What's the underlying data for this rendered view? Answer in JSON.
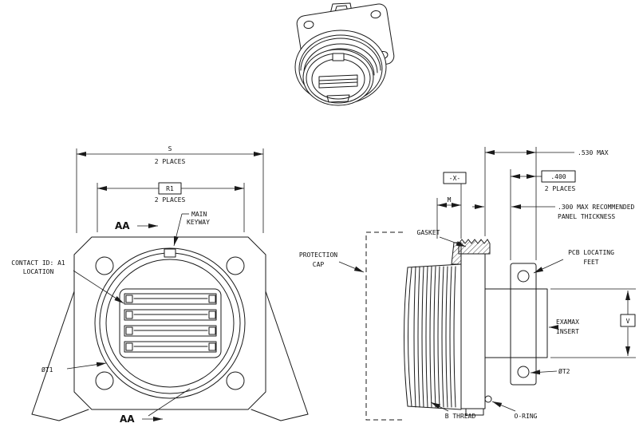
{
  "drawing": {
    "type": "connector-technical-drawing",
    "colors": {
      "line": "#1a1a1a",
      "background": "#ffffff"
    }
  },
  "views": {
    "front": {
      "dim_s": "S",
      "dim_s_places": "2 PLACES",
      "dim_r1": "R1",
      "dim_r1_places": "2 PLACES",
      "section_aa_top": "AA",
      "section_aa_bottom": "AA",
      "main_keyway_line1": "MAIN",
      "main_keyway_line2": "KEYWAY",
      "contact_id_line1": "CONTACT ID: A1",
      "contact_id_line2": "LOCATION",
      "dim_t1": "ØT1"
    },
    "side": {
      "dim_530": ".530 MAX",
      "dim_400": ".400",
      "dim_400_places": "2 PLACES",
      "panel_note_line1": ".300 MAX RECOMMENDED",
      "panel_note_line2": "PANEL THICKNESS",
      "datum_x": "-X-",
      "dim_m": "M",
      "gasket": "GASKET",
      "protection_cap_line1": "PROTECTION",
      "protection_cap_line2": "CAP",
      "pcb_feet_line1": "PCB LOCATING",
      "pcb_feet_line2": "FEET",
      "examax_line1": "EXAMAX",
      "examax_line2": "INSERT",
      "dim_v": "V",
      "dim_t2": "ØT2",
      "b_thread": "B THREAD",
      "o_ring": "O-RING"
    }
  }
}
